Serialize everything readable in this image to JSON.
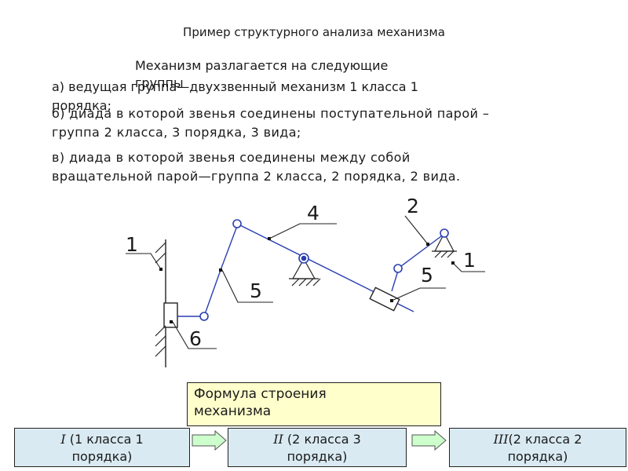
{
  "title": "Пример структурного анализа механизма",
  "intro": {
    "line1": "Механизм разлагается на следующие",
    "line2": "группы"
  },
  "items": {
    "a_line1": "а) ведущая группа—двухзвенный механизм 1 класса 1",
    "a_line2": "порядка;",
    "b_line1": "б) диада  в которой звенья соединены поступательной парой –",
    "b_line2": "группа 2 класса, 3 порядка, 3 вида;",
    "c_line1": "в) диада в которой звенья соединены между собой",
    "c_line2": "вращательной парой—группа 2 класса, 2 порядка, 2 вида."
  },
  "diagram_labels": {
    "link_1_left": "1",
    "link_4": "4",
    "link_2": "2",
    "link_1_right": "1",
    "link_5_left": "5",
    "link_5_right": "5",
    "link_6": "6"
  },
  "formula": {
    "label": "Формула строения механизма",
    "line1": "Формула строения",
    "line2": "механизма"
  },
  "groups": [
    {
      "roman": "I",
      "text_line1": " (1 класса 1",
      "text_line2": "порядка)"
    },
    {
      "roman": "II",
      "text_line1": " (2 класса 3",
      "text_line2": "порядка)"
    },
    {
      "roman": "III",
      "text_line1": "(2 класса 2",
      "text_line2": "порядка)"
    }
  ],
  "colors": {
    "formula_bg": "#ffffcc",
    "group_bg": "#d9eaf2",
    "arrow_fill": "#ccffcc",
    "joint": "#2a3fb0",
    "link": "#2a3fb0"
  }
}
